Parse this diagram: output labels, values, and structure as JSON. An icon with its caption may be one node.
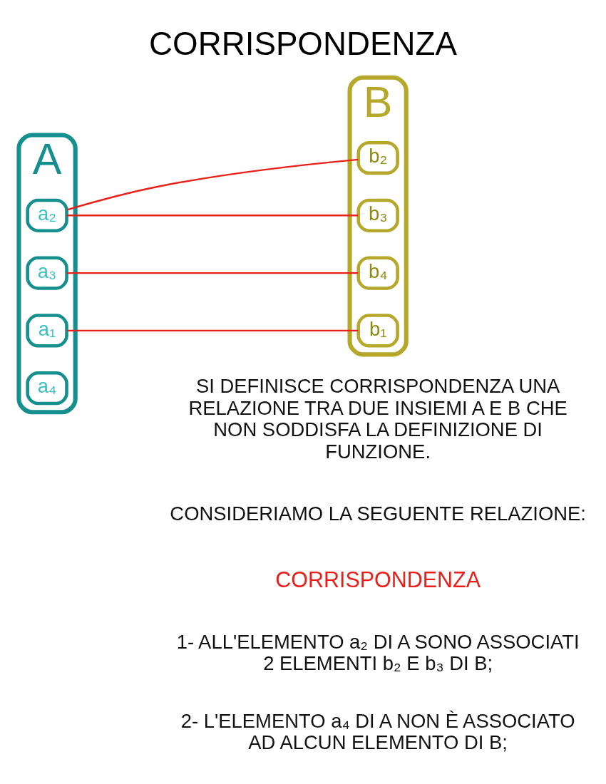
{
  "diagram": {
    "title": "CORRISPONDENZA",
    "nodes": [
      {
        "text": [
          "A"
        ]
      },
      {
        "text": [
          "a₁"
        ],
        "in": 0
      },
      {
        "text": [
          "a₂"
        ],
        "in": 0
      },
      {
        "text": [
          "a₃"
        ],
        "in": 0
      },
      {
        "text": [
          "a₄"
        ],
        "in": 0
      },
      {
        "text": [
          "B"
        ]
      },
      {
        "text": [
          "b₁"
        ],
        "in": 5
      },
      {
        "text": [
          "b₂"
        ],
        "in": 5
      },
      {
        "text": [
          "b₃"
        ],
        "in": 5
      },
      {
        "text": [
          "b₄"
        ],
        "in": 5
      }
    ],
    "edges": [
      {
        "from": 1,
        "to": 6,
        "arrow": "none"
      },
      {
        "from": 2,
        "to": 7,
        "arrow": "none"
      },
      {
        "from": 2,
        "to": 8,
        "arrow": "none"
      },
      {
        "from": 3,
        "to": 9,
        "arrow": "none"
      }
    ],
    "labels": [
      "SI DEFINISCE CORRISPONDENZA UNA RELAZIONE TRA DUE INSIEMI A E B CHE NON SODDISFA LA DEFINIZIONE DI FUNZIONE.",
      "CONSIDERIAMO LA SEGUENTE RELAZIONE:",
      "CORRISPONDENZA",
      "1- ALL'ELEMENTO a₂ DI A SONO ASSOCIATI 2 ELEMENTI b₂ E b₃ DI B;",
      "2- L'ELEMENTO a₄ DI A NON È ASSOCIATO AD ALCUN ELEMENTO DI B;"
    ]
  }
}
